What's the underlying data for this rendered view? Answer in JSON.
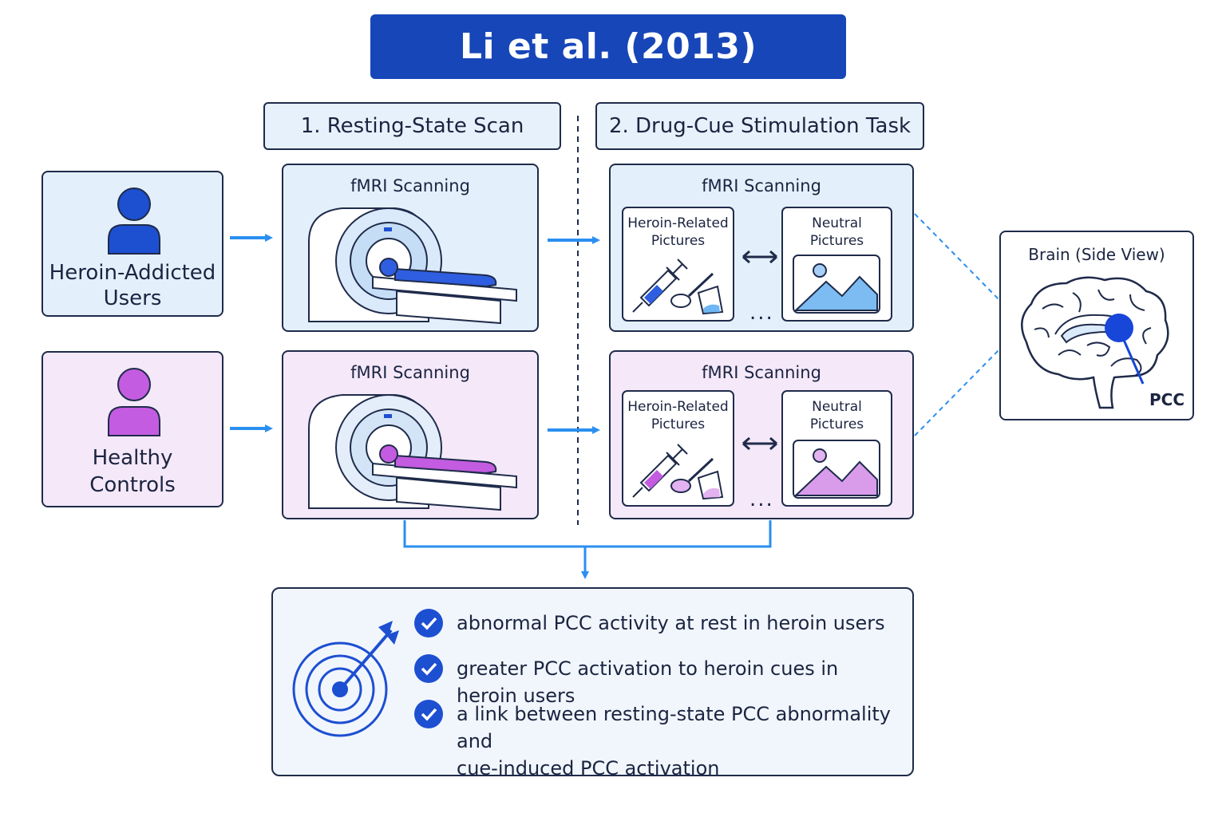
{
  "title": "Li et al. (2013)",
  "sections": {
    "resting": "1. Resting-State Scan",
    "drug_cue": "2. Drug-Cue Stimulation Task"
  },
  "groups": {
    "heroin": [
      "Heroin-Addicted",
      "Users"
    ],
    "controls": [
      "Healthy",
      "Controls"
    ]
  },
  "scan_caption": "fMRI Scanning",
  "pictures": {
    "heroin_related": [
      "Heroin-Related",
      "Pictures"
    ],
    "neutral": [
      "Neutral",
      "Pictures"
    ],
    "ellipsis": "..."
  },
  "brain": {
    "caption": "Brain (Side View)",
    "region_label": "PCC"
  },
  "findings": [
    [
      "abnormal PCC activity at rest in heroin users"
    ],
    [
      "greater PCC activation to heroin cues in heroin users"
    ],
    [
      "a link between resting-state PCC abnormality and",
      "cue-induced PCC activation"
    ]
  ],
  "colors": {
    "title_bg": "#1746b8",
    "heroin_group": "#1d4fd1",
    "control_group": "#c35ce0",
    "arrow": "#2a8ff0",
    "panel_blue": "#e3f0fc",
    "panel_purple": "#f4e8f9"
  }
}
